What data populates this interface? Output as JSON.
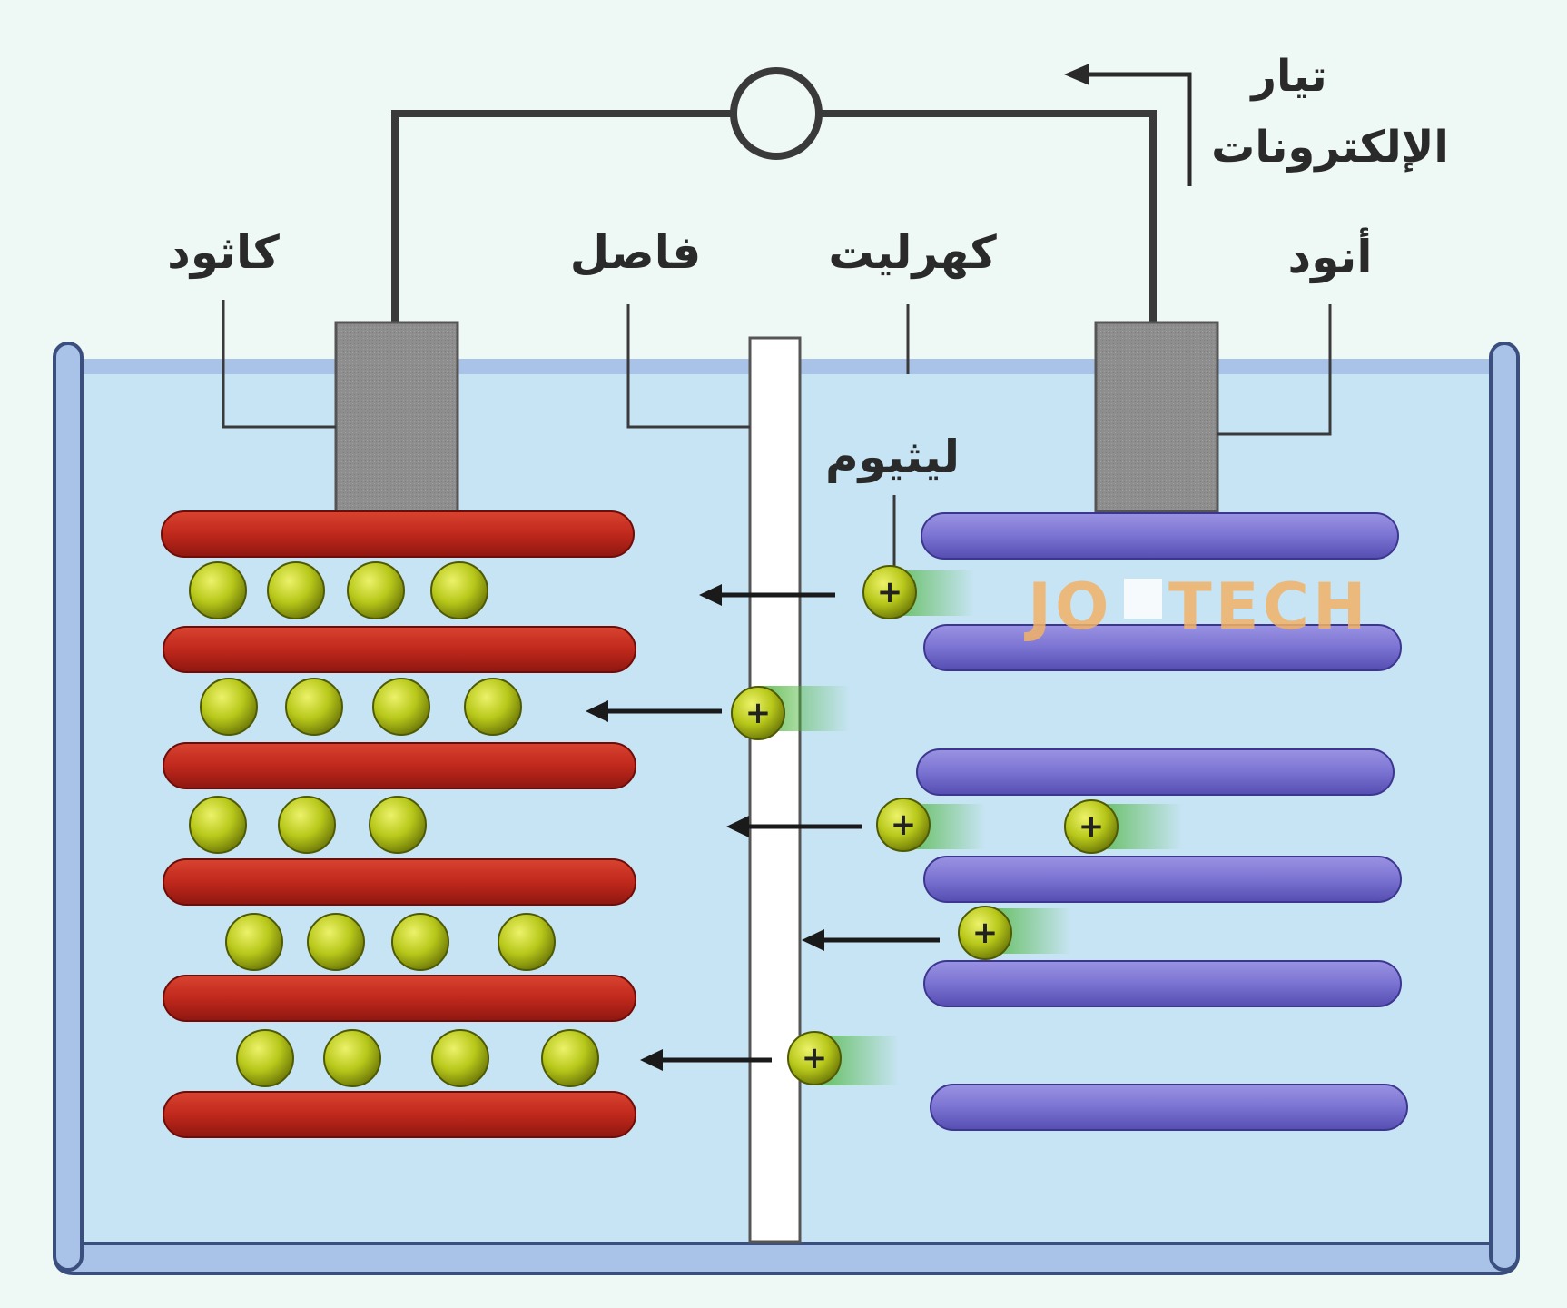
{
  "labels": {
    "cathode": "كاثود",
    "separator": "فاصل",
    "electrolyte": "كهرليت",
    "anode": "أنود",
    "lithium": "ليثيوم",
    "current_line1": "تيار",
    "current_line2": "الإلكترونات"
  },
  "watermark": {
    "left": "JO",
    "right": "TECH"
  },
  "colors": {
    "cathode_plate": "#c0281c",
    "anode_plate": "#7b73d2",
    "electrolyte": "#c7e4f4",
    "container": "#a9c2e8",
    "container_edge": "#3a4f7d",
    "terminal": "#8e8e8e",
    "ion": "#b8c81a",
    "wire": "#3a3a3a",
    "watermark": "#f2b266"
  },
  "icons": [
    "plus-sign-icon",
    "arrow-left-icon",
    "lamp-circle-icon"
  ]
}
